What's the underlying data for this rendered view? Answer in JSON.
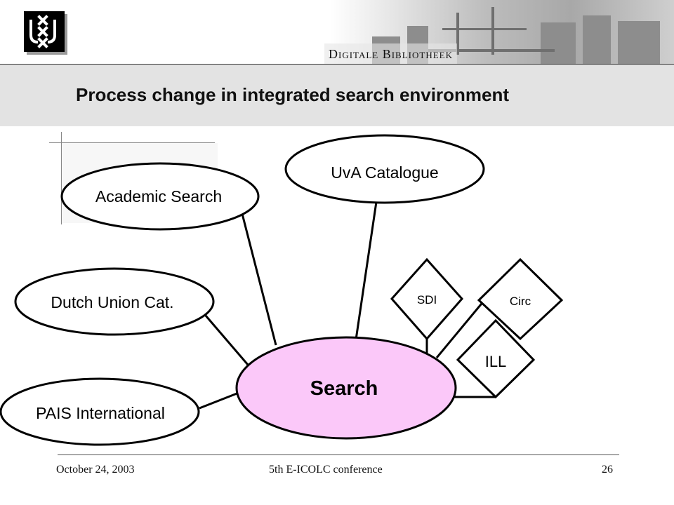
{
  "header": {
    "banner_label": "Digitale Bibliotheek",
    "title": "Process change in integrated search environment"
  },
  "diagram": {
    "center_node": "Search",
    "center_fill": "#fbc8f9",
    "nodes": {
      "uva_catalogue": "UvA Catalogue",
      "academic_search": "Academic Search",
      "dutch_union": "Dutch Union Cat.",
      "pais": "PAIS International",
      "sdi": "SDI",
      "circ": "Circ",
      "ill": "ILL"
    }
  },
  "footer": {
    "date": "October 24, 2003",
    "conference": "5th E-ICOLC conference",
    "page_number": "26"
  }
}
